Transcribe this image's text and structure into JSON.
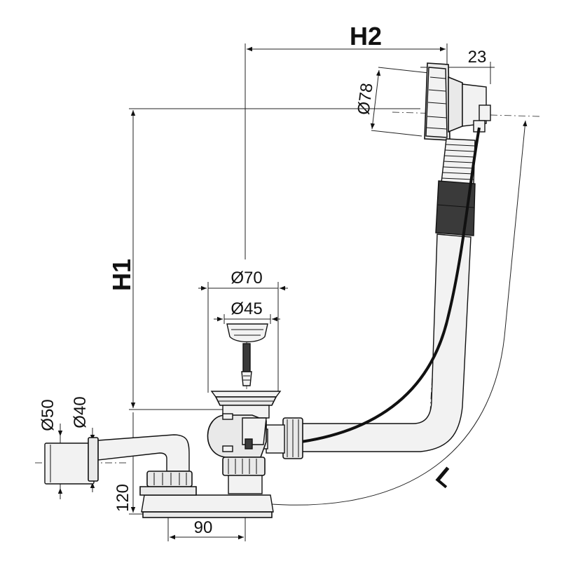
{
  "labels": {
    "h2": "H2",
    "h1": "H1",
    "l": "L",
    "d78": "Ø78",
    "w23": "23",
    "d70": "Ø70",
    "d45": "Ø45",
    "d50": "Ø50",
    "d40": "Ø40",
    "h120": "120",
    "w90": "90"
  }
}
